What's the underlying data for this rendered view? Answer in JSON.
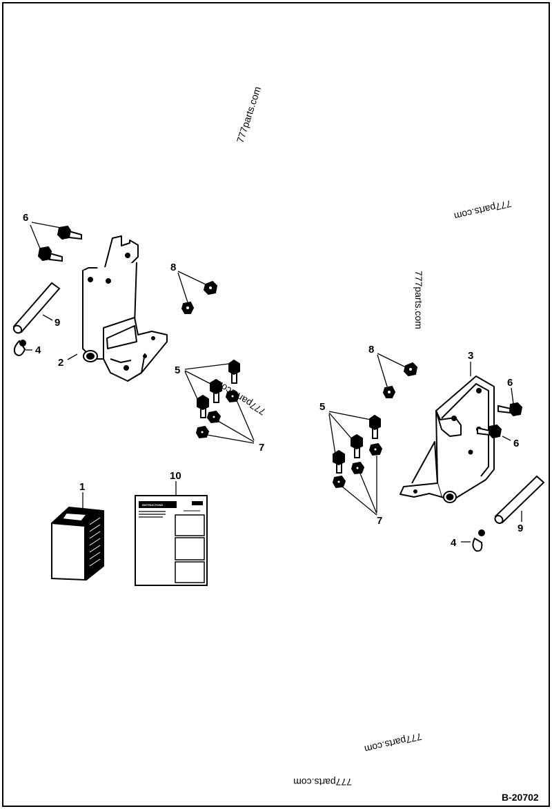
{
  "callouts": {
    "c1": "1",
    "c2": "2",
    "c3": "3",
    "c4_left": "4",
    "c4_right": "4",
    "c5_left": "5",
    "c5_right": "5",
    "c6_left": "6",
    "c6_right_top": "6",
    "c6_right_bottom": "6",
    "c7_left": "7",
    "c7_right": "7",
    "c8_left": "8",
    "c8_right": "8",
    "c9_left": "9",
    "c9_right": "9",
    "c10": "10"
  },
  "watermarks": [
    "777parts.com",
    "777parts.com",
    "777parts.com",
    "777parts.com",
    "777parts.com",
    "777parts.com"
  ],
  "instruction_sheet": {
    "heading": "INSTRUCTIONS"
  },
  "document_id": "B-20702"
}
